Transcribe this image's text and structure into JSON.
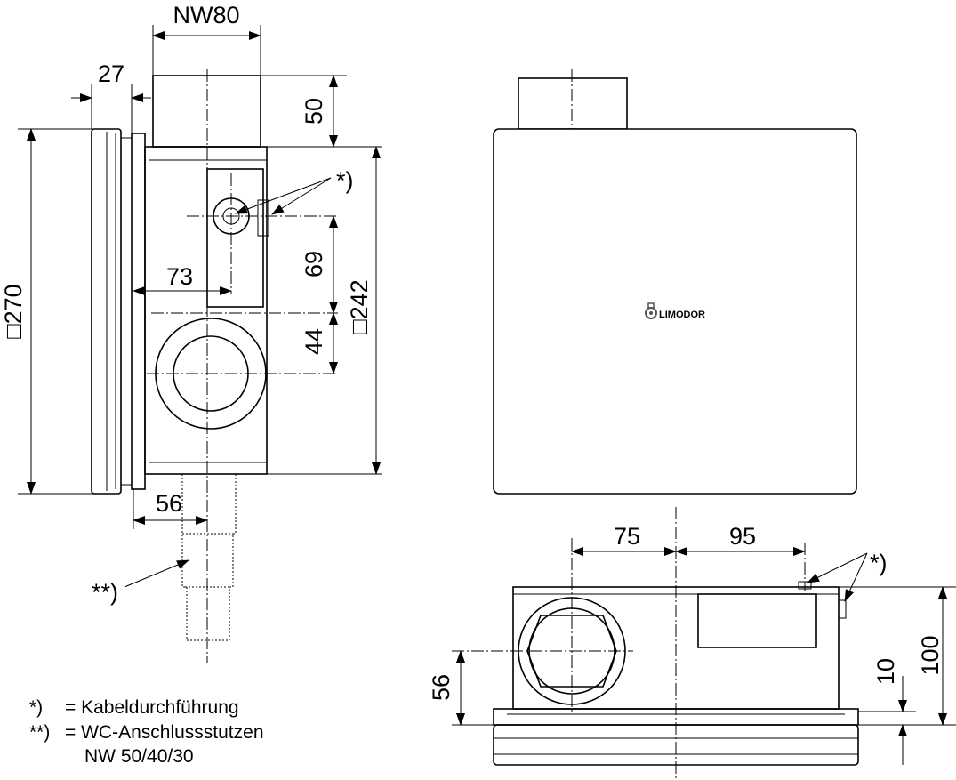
{
  "dimensions": {
    "nw80": "NW80",
    "d27": "27",
    "d50": "50",
    "d270": "□270",
    "d242": "□242",
    "d69": "69",
    "d73": "73",
    "d44": "44",
    "d56_left": "56",
    "d75": "75",
    "d95": "95",
    "d100": "100",
    "d10": "10",
    "d56_right": "56"
  },
  "markers": {
    "single": "*)",
    "double": "**)"
  },
  "logo": "LIMODOR",
  "legend": [
    {
      "mark": "*)",
      "text": "= Kabeldurchführung"
    },
    {
      "mark": "**)",
      "text": "= WC-Anschlussstutzen"
    },
    {
      "mark": "",
      "text": "NW 50/40/30"
    }
  ]
}
